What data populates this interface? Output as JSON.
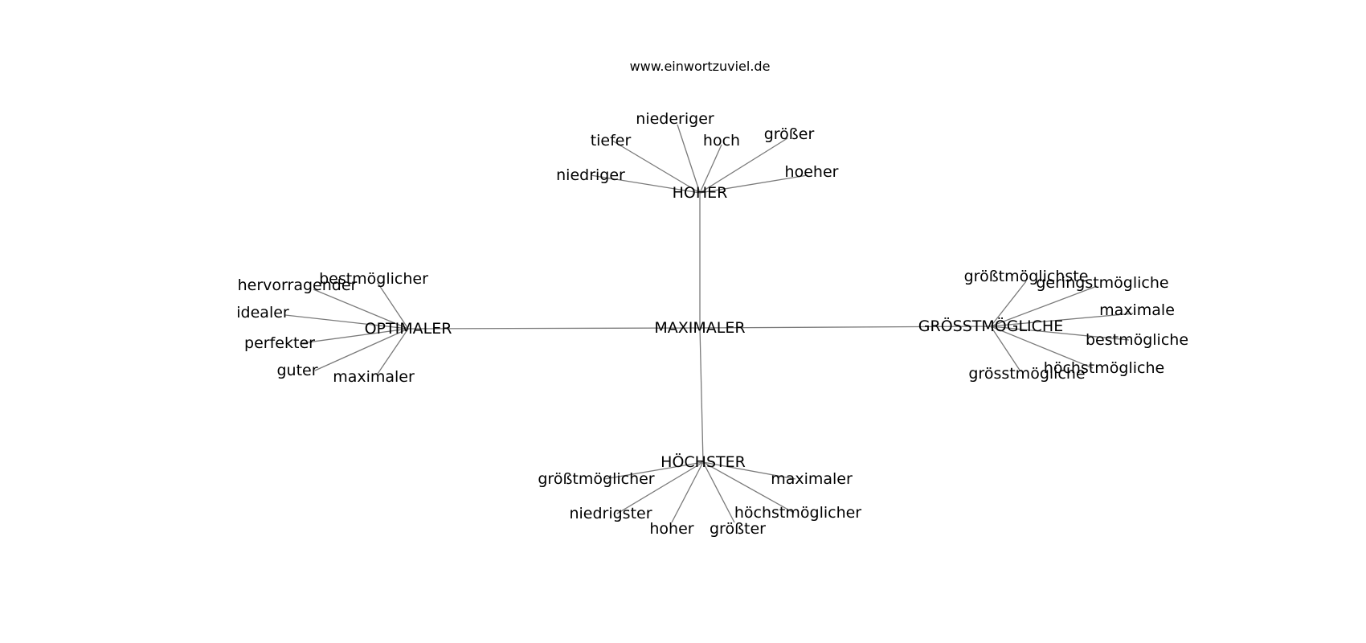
{
  "site": "www.einwortzuviel.de",
  "colors": {
    "edge": "#7a7a7a",
    "text": "#000000",
    "background": "#ffffff"
  },
  "graph": {
    "center": "MAXIMALER",
    "hubs": [
      {
        "label": "HOHER",
        "synonyms": [
          "niederiger",
          "tiefer",
          "hoch",
          "größer",
          "niedriger",
          "hoeher"
        ]
      },
      {
        "label": "OPTIMALER",
        "synonyms": [
          "hervorragender",
          "bestmöglicher",
          "idealer",
          "perfekter",
          "guter",
          "maximaler"
        ]
      },
      {
        "label": "GRÖSSTMÖGLICHE",
        "synonyms": [
          "größtmöglichste",
          "geringstmögliche",
          "maximale",
          "bestmögliche",
          "höchstmögliche",
          "grösstmögliche"
        ]
      },
      {
        "label": "HÖCHSTER",
        "synonyms": [
          "größtmöglicher",
          "maximaler",
          "niedrigster",
          "hoher",
          "größter",
          "höchstmöglicher"
        ]
      }
    ]
  }
}
